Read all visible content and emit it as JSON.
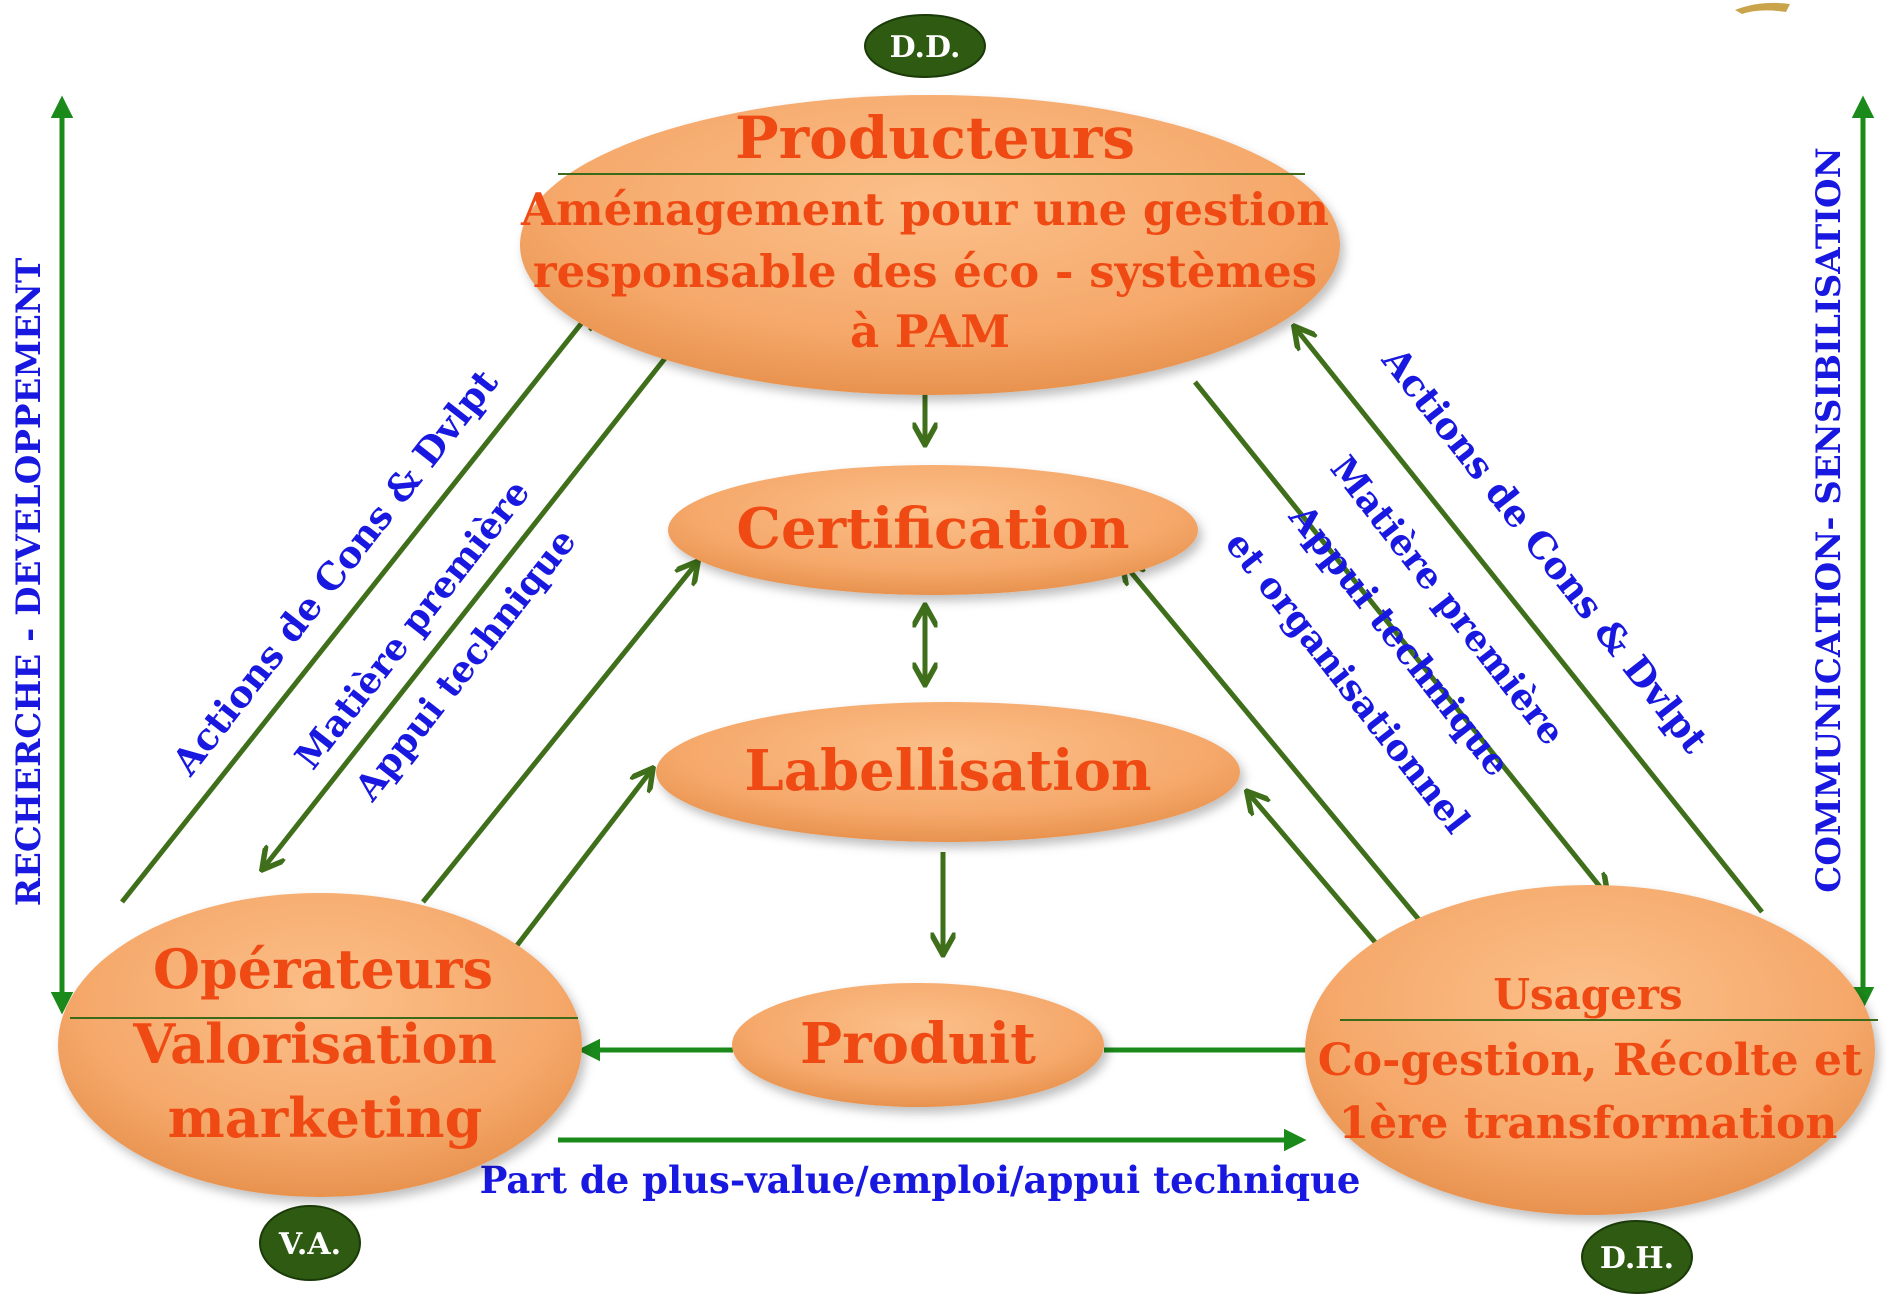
{
  "colors": {
    "node_fill": "#f5a86a",
    "node_text": "#f04a14",
    "node_divider": "#3a6a1a",
    "arrow_dark": "#3f6f1a",
    "arrow_bright": "#1a8a1a",
    "label_blue": "#1818e0",
    "badge_fill": "#2e5a12",
    "badge_text": "#ffffff"
  },
  "badges": {
    "dd": "D.D.",
    "va": "V.A.",
    "dh": "D.H."
  },
  "producteurs": {
    "title": "Producteurs",
    "line1": "Aménagement pour une gestion",
    "line2": "responsable des éco  - systèmes",
    "line3": "à PAM"
  },
  "certification": {
    "title": "Certification"
  },
  "labellisation": {
    "title": "Labellisation"
  },
  "produit": {
    "title": "Produit"
  },
  "operateurs": {
    "title": "Opérateurs",
    "line1": "Valorisation",
    "line2": "marketing"
  },
  "usagers": {
    "title": "Usagers",
    "line1": "Co-gestion, Récolte et",
    "line2": "1ère transformation"
  },
  "labels": {
    "recherche": "RECHERCHE - DEVELOPPEMENT",
    "communication": "COMMUNICATION- SENSIBILISATION",
    "left_actions": "Actions de Cons & Dvlpt",
    "left_matiere": "Matière première",
    "left_appui": "Appui technique",
    "right_actions": "Actions de Cons & Dvlpt",
    "right_matiere": "Matière première",
    "right_appui": "Appui technique",
    "right_orga": "et organisationnel",
    "bottom": "Part de plus-value/emploi/appui technique"
  }
}
